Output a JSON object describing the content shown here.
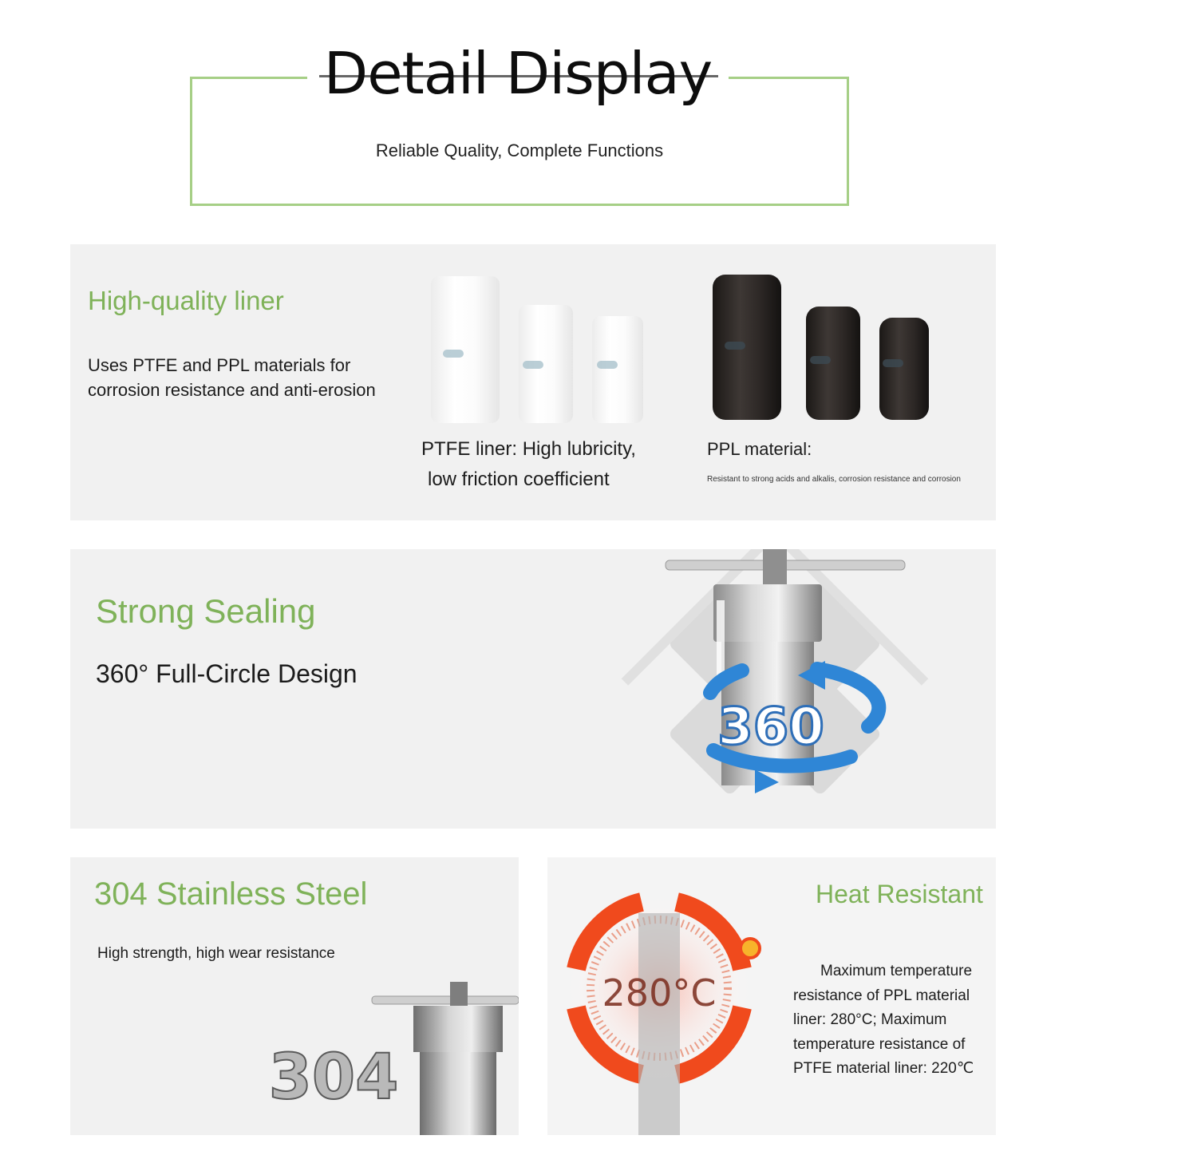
{
  "header": {
    "title": "Detail Display",
    "subtitle": "Reliable Quality, Complete Functions"
  },
  "liner": {
    "title": "High-quality liner",
    "description": "Uses PTFE and PPL materials for corrosion resistance and anti-erosion",
    "ptfe_caption_line1": "PTFE liner: High lubricity,",
    "ptfe_caption_line2": "low friction coefficient",
    "ppl_caption_title": "PPL material:",
    "ppl_caption_note": "Resistant to strong acids and alkalis, corrosion resistance and corrosion"
  },
  "sealing": {
    "title": "Strong Sealing",
    "subtitle": "360° Full-Circle Design",
    "badge": "360"
  },
  "steel": {
    "title": "304 Stainless Steel",
    "subtitle": "High strength, high wear resistance",
    "badge": "304"
  },
  "heat": {
    "title": "Heat Resistant",
    "description": "Maximum temperature resistance of PPL material liner: 280°C; Maximum temperature resistance of PTFE material liner: 220℃",
    "badge": "280°C"
  },
  "colors": {
    "accent_green": "#7fb259",
    "frame_green": "#a6cf86",
    "panel_bg": "#f1f1f1",
    "arrow_blue": "#2f86d6",
    "heat_orange": "#f04a1d"
  }
}
